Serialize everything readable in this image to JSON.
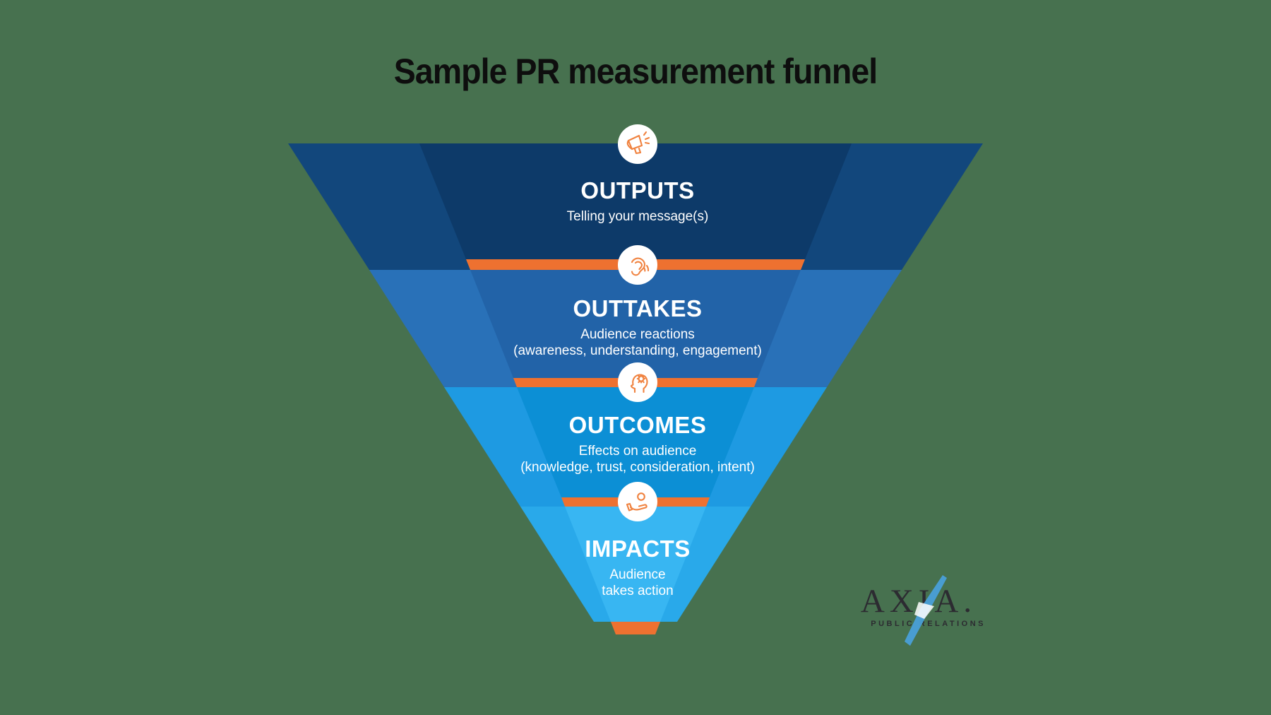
{
  "title": "Sample PR measurement funnel",
  "funnel": {
    "stages": [
      {
        "label": "OUTPUTS",
        "desc_line1": "Telling your message(s)",
        "desc_line2": "",
        "icon": "megaphone-icon"
      },
      {
        "label": "OUTTAKES",
        "desc_line1": "Audience reactions",
        "desc_line2": "(awareness, understanding, engagement)",
        "icon": "ear-icon"
      },
      {
        "label": "OUTCOMES",
        "desc_line1": "Effects on audience",
        "desc_line2": "(knowledge, trust, consideration, intent)",
        "icon": "head-gear-icon"
      },
      {
        "label": "IMPACTS",
        "desc_line1": "Audience",
        "desc_line2": "takes action",
        "icon": "hand-person-icon"
      }
    ]
  },
  "colors": {
    "background": "#47714f",
    "outputs_body": "#12477c",
    "outputs_tube": "#0d3a69",
    "outtakes_body": "#2971b8",
    "outtakes_tube": "#2263a8",
    "outcomes_body": "#1e9ae2",
    "outcomes_tube": "#0c8fd5",
    "impacts_body": "#29a9ea",
    "impacts_tube": "#38b6f2",
    "separator": "#ee7130",
    "icon_stroke": "#f0823f",
    "logo_text": "#2c2b31",
    "logo_flare": "#4a9fd8"
  },
  "logo": {
    "brand": "AXIA.",
    "tagline": "PUBLIC RELATIONS"
  }
}
